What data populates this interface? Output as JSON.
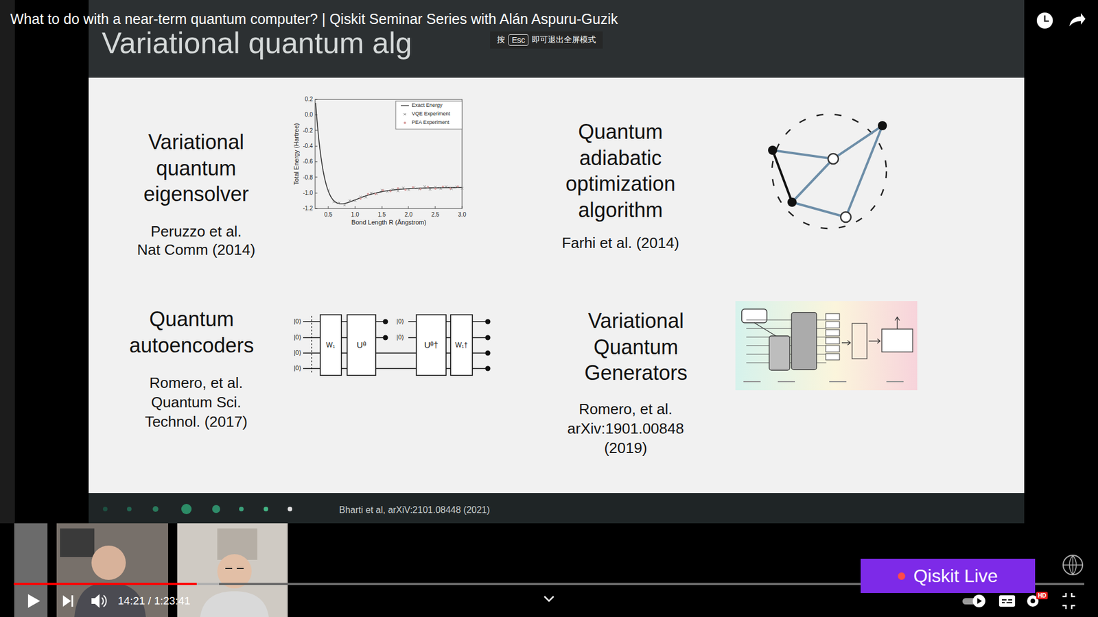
{
  "diagram": {
    "title": "What to do with a near-term quantum computer? | Qiskit Seminar Series with Alán Aspuru-Guzik",
    "nodes": [
      {
        "text": [
          "按",
          "即可退出全屏模式"
        ]
      },
      {
        "text": [
          "Esc"
        ],
        "in": 0
      },
      {
        "text": [
          "Qiskit Live"
        ]
      },
      {
        "text": [
          "HD"
        ]
      }
    ],
    "labels": [
      "Variational quantum alg",
      "Variational quantum eigensolver",
      "Peruzzo et al.",
      "Nat Comm (2014)",
      "Quantum adiabatic optimization algorithm",
      "Farhi et al. (2014)",
      "Quantum autoencoders",
      "Romero, et al.",
      "Quantum Sci.",
      "Technol. (2017)",
      "Variational Quantum Generators",
      "Romero, et al.",
      "arXiv:1901.00848",
      "(2019)",
      "Total Energy (Hartree)",
      "Bond Length R (Ångstrom)",
      "0.2",
      "0.0",
      "-0.2",
      "-0.4",
      "-0.6",
      "-0.8",
      "-1.0",
      "-1.2",
      "0.5",
      "1.0",
      "1.5",
      "2.0",
      "2.5",
      "3.0",
      "|0⟩",
      "|0⟩",
      "|0⟩",
      "|0⟩",
      "|0⟩",
      "|0⟩",
      "W₁",
      "Uᶿ",
      "Uᶿ†",
      "W₁†",
      "Bharti et al, arXiV:2101.08448 (2021)",
      "14:21 / 1:23:41"
    ],
    "legend": [
      {
        "text": "Exact Energy"
      },
      {
        "text": "VQE Experiment"
      },
      {
        "text": "PEA Experiment"
      }
    ]
  }
}
